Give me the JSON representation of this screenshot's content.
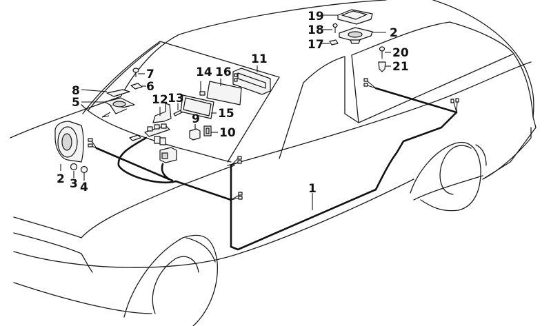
{
  "diagram": {
    "title": "Car audio / loudspeaker wiring exploded parts diagram",
    "callouts": [
      {
        "id": "c1",
        "label": "1"
      },
      {
        "id": "c2a",
        "label": "2"
      },
      {
        "id": "c2b",
        "label": "2"
      },
      {
        "id": "c3",
        "label": "3"
      },
      {
        "id": "c4",
        "label": "4"
      },
      {
        "id": "c5",
        "label": "5"
      },
      {
        "id": "c6",
        "label": "6"
      },
      {
        "id": "c7",
        "label": "7"
      },
      {
        "id": "c8",
        "label": "8"
      },
      {
        "id": "c9",
        "label": "9"
      },
      {
        "id": "c10",
        "label": "10"
      },
      {
        "id": "c11",
        "label": "11"
      },
      {
        "id": "c12",
        "label": "12"
      },
      {
        "id": "c13",
        "label": "13"
      },
      {
        "id": "c14",
        "label": "14"
      },
      {
        "id": "c15",
        "label": "15"
      },
      {
        "id": "c16",
        "label": "16"
      },
      {
        "id": "c17",
        "label": "17"
      },
      {
        "id": "c18",
        "label": "18"
      },
      {
        "id": "c19",
        "label": "19"
      },
      {
        "id": "c20",
        "label": "20"
      },
      {
        "id": "c21",
        "label": "21"
      }
    ],
    "colors": {
      "line": "#111111",
      "background": "#ffffff"
    }
  }
}
